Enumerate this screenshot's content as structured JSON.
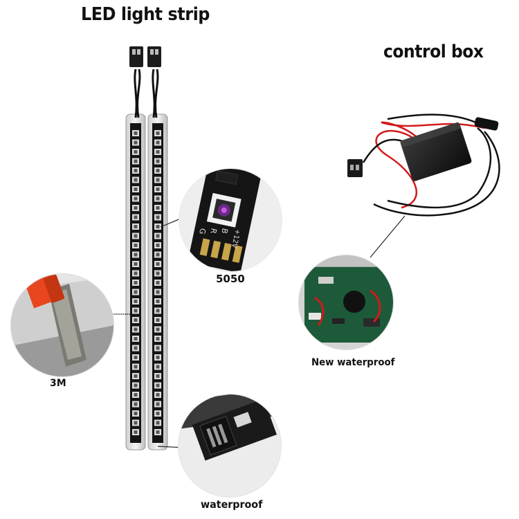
{
  "labels": {
    "led_strip": "LED light strip",
    "control_box": "control box",
    "chip": "5050",
    "adhesive": "3M",
    "new_waterproof": "New waterproof",
    "waterproof": "waterproof"
  },
  "chip_markings": [
    "G",
    "R",
    "B",
    "+12V"
  ],
  "colors": {
    "strip_body": "#141414",
    "cable_red": "#d21a1a",
    "cable_black": "#111111",
    "tape_orange": "#e8461e",
    "pcb_green": "#1d5a3a"
  }
}
